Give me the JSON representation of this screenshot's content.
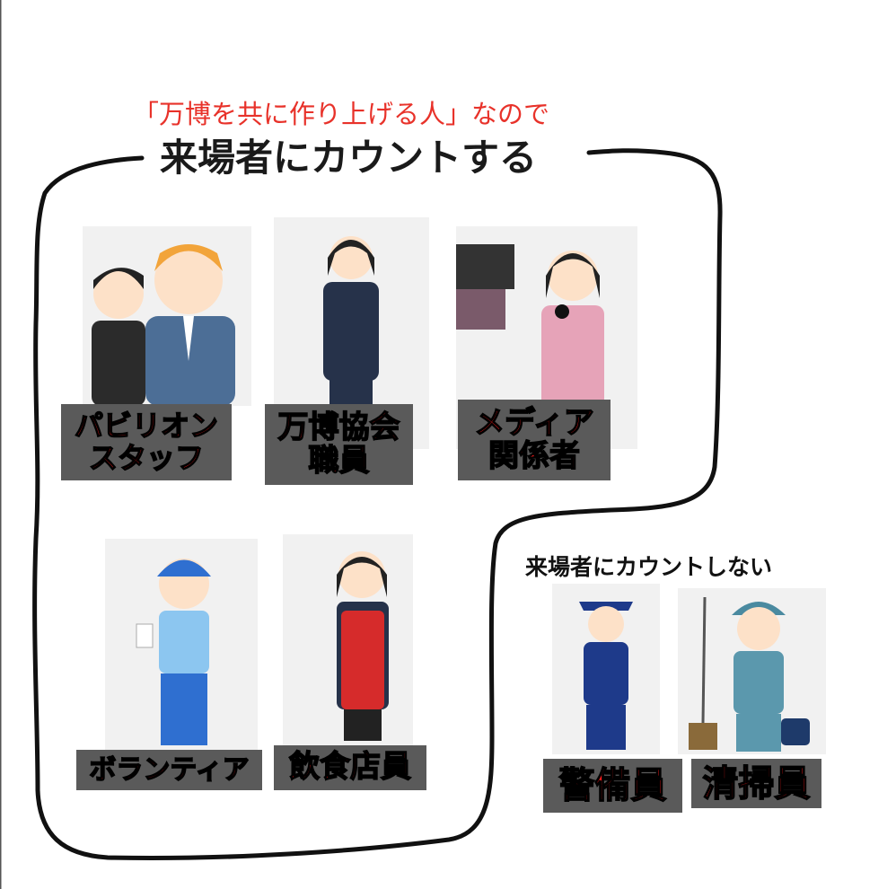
{
  "header": {
    "subtitle": "「万博を共に作り上げる人」なので",
    "title": "来場者にカウントする"
  },
  "counted": [
    {
      "label_lines": [
        "パビリオン",
        "スタッフ"
      ]
    },
    {
      "label_lines": [
        "万博協会",
        "職員"
      ]
    },
    {
      "label_lines": [
        "メディア",
        "関係者"
      ]
    },
    {
      "label_lines": [
        "ボランティア"
      ]
    },
    {
      "label_lines": [
        "飲食店員"
      ]
    }
  ],
  "not_counted": {
    "title": "来場者にカウントしない",
    "items": [
      {
        "label_lines": [
          "警備員"
        ]
      },
      {
        "label_lines": [
          "清掃員"
        ]
      }
    ]
  },
  "colors": {
    "accent_red": "#e8322a",
    "label_bg": "#5a5a5a",
    "line": "#111111"
  }
}
